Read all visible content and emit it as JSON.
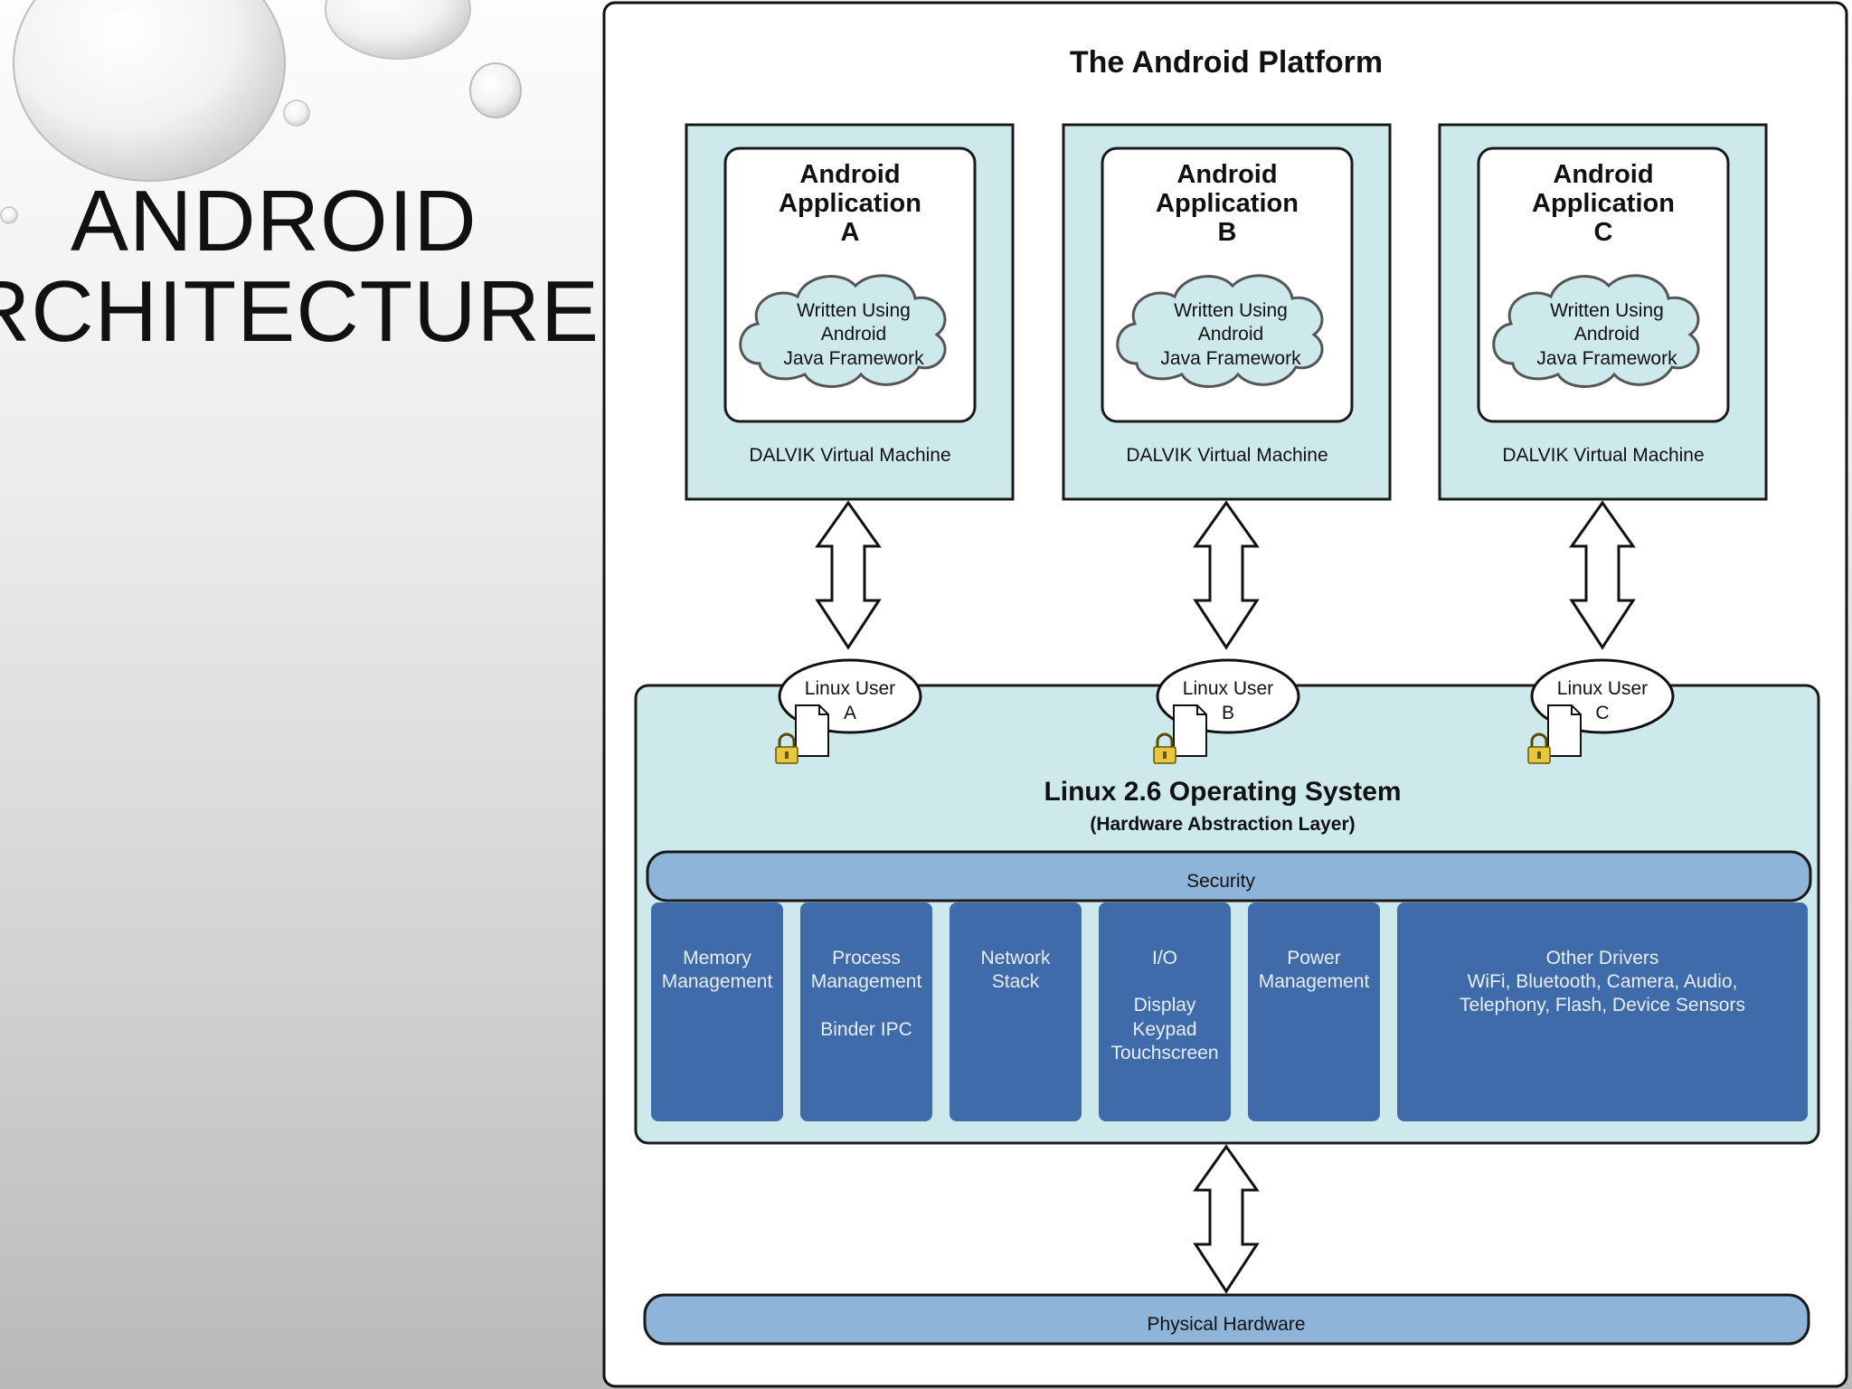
{
  "slide": {
    "title_line1": "ANDROID",
    "title_line2": "RCHITECTURE"
  },
  "diagram": {
    "title": "The Android Platform",
    "apps": [
      {
        "line1": "Android",
        "line2": "Application",
        "letter": "A",
        "cloud": [
          "Written Using",
          "Android",
          "Java Framework"
        ],
        "vm": "DALVIK Virtual Machine",
        "user_line1": "Linux User",
        "user_line2": "A"
      },
      {
        "line1": "Android",
        "line2": "Application",
        "letter": "B",
        "cloud": [
          "Written Using",
          "Android",
          "Java Framework"
        ],
        "vm": "DALVIK Virtual Machine",
        "user_line1": "Linux User",
        "user_line2": "B"
      },
      {
        "line1": "Android",
        "line2": "Application",
        "letter": "C",
        "cloud": [
          "Written Using",
          "Android",
          "Java Framework"
        ],
        "vm": "DALVIK Virtual Machine",
        "user_line1": "Linux User",
        "user_line2": "C"
      }
    ],
    "os_title": "Linux 2.6 Operating System",
    "os_subtitle": "(Hardware Abstraction Layer)",
    "security": "Security",
    "modules": [
      {
        "lines": [
          "Memory",
          "Management"
        ]
      },
      {
        "lines": [
          "Process",
          "Management",
          "",
          "Binder IPC"
        ]
      },
      {
        "lines": [
          "Network",
          "Stack"
        ]
      },
      {
        "lines": [
          "I/O",
          "",
          "Display",
          "Keypad",
          "Touchscreen"
        ]
      },
      {
        "lines": [
          "Power",
          "Management"
        ]
      },
      {
        "lines": [
          "Other Drivers",
          "WiFi, Bluetooth, Camera, Audio,",
          "Telephony, Flash, Device Sensors"
        ]
      }
    ],
    "hardware": "Physical Hardware"
  },
  "colors": {
    "light_teal": "#cde9ec",
    "security_blue": "#8fb4d9",
    "module_blue": "#3f6bab",
    "outline": "#1a1a1a"
  }
}
